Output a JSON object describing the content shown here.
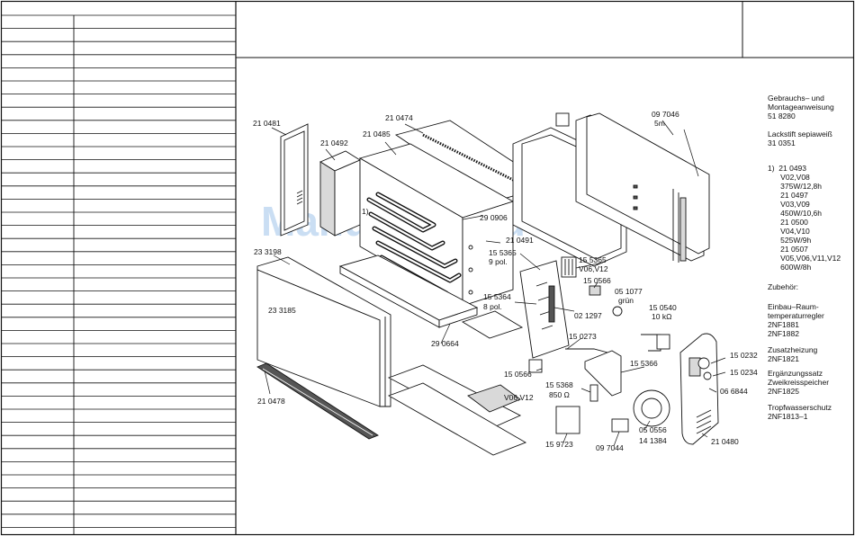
{
  "watermark": "ManualsLib.de",
  "side_notes": [
    "Gebrauchs– und",
    "Montageanweisung",
    "51 8280",
    "",
    "Lackstift sepiaweiß",
    "31 0351",
    "",
    "1)  21 0493",
    "      V02,V08",
    "      375W/12,8h",
    "      21 0497",
    "      V03,V09",
    "      450W/10,6h",
    "      21 0500",
    "      V04,V10",
    "      525W/9h",
    "      21 0507",
    "      V05,V06,V11,V12",
    "      600W/8h",
    "",
    "Zubehör:",
    "",
    "Einbau–Raum-",
    "temperaturregler",
    "2NF1881",
    "2NF1882",
    "",
    "Zusatzheizung",
    "2NF1821",
    "",
    "Ergänzungssatz",
    "Zweikreisspeicher",
    "2NF1825",
    "",
    "Tropfwasserschutz",
    "2NF1813–1"
  ],
  "part_labels": [
    {
      "id": "p210481",
      "text": "21 0481"
    },
    {
      "id": "p210492",
      "text": "21 0492"
    },
    {
      "id": "p210485",
      "text": "21 0485"
    },
    {
      "id": "p210474",
      "text": "21 0474"
    },
    {
      "id": "p097046a",
      "text": "09 7046"
    },
    {
      "id": "p097046b",
      "text": "5m"
    },
    {
      "id": "pnote1",
      "text": "1)"
    },
    {
      "id": "p292906",
      "text": "29 0906"
    },
    {
      "id": "p210491",
      "text": "21 0491"
    },
    {
      "id": "p155365a",
      "text": "15 5365"
    },
    {
      "id": "p155365b",
      "text": "9 pol."
    },
    {
      "id": "p155365c",
      "text": "15 5365"
    },
    {
      "id": "p155365d",
      "text": "V06,V12"
    },
    {
      "id": "p150566a",
      "text": "15 0566"
    },
    {
      "id": "p051077a",
      "text": "05 1077"
    },
    {
      "id": "p051077b",
      "text": "grün"
    },
    {
      "id": "p233198",
      "text": "23 3198"
    },
    {
      "id": "p233185",
      "text": "23 3185"
    },
    {
      "id": "p155364a",
      "text": "15 5364"
    },
    {
      "id": "p155364b",
      "text": "8 pol."
    },
    {
      "id": "p021297",
      "text": "02 1297"
    },
    {
      "id": "p150540a",
      "text": "15 0540"
    },
    {
      "id": "p150540b",
      "text": "10 kΩ"
    },
    {
      "id": "p290664",
      "text": "29 0664"
    },
    {
      "id": "p150273",
      "text": "15 0273"
    },
    {
      "id": "p150232",
      "text": "15 0232"
    },
    {
      "id": "p155366",
      "text": "15 5366"
    },
    {
      "id": "p150234",
      "text": "15 0234"
    },
    {
      "id": "p150566b",
      "text": "15 0566"
    },
    {
      "id": "p150566c",
      "text": "V06,V12"
    },
    {
      "id": "p155368a",
      "text": "15 5368"
    },
    {
      "id": "p155368b",
      "text": "850 Ω"
    },
    {
      "id": "p066844",
      "text": "06 6844"
    },
    {
      "id": "p210478",
      "text": "21 0478"
    },
    {
      "id": "p050556",
      "text": "05 0556"
    },
    {
      "id": "p210480",
      "text": "21 0480"
    },
    {
      "id": "p159723",
      "text": "15 9723"
    },
    {
      "id": "p097044",
      "text": "09 7044"
    },
    {
      "id": "p141384",
      "text": "14 1384"
    }
  ]
}
